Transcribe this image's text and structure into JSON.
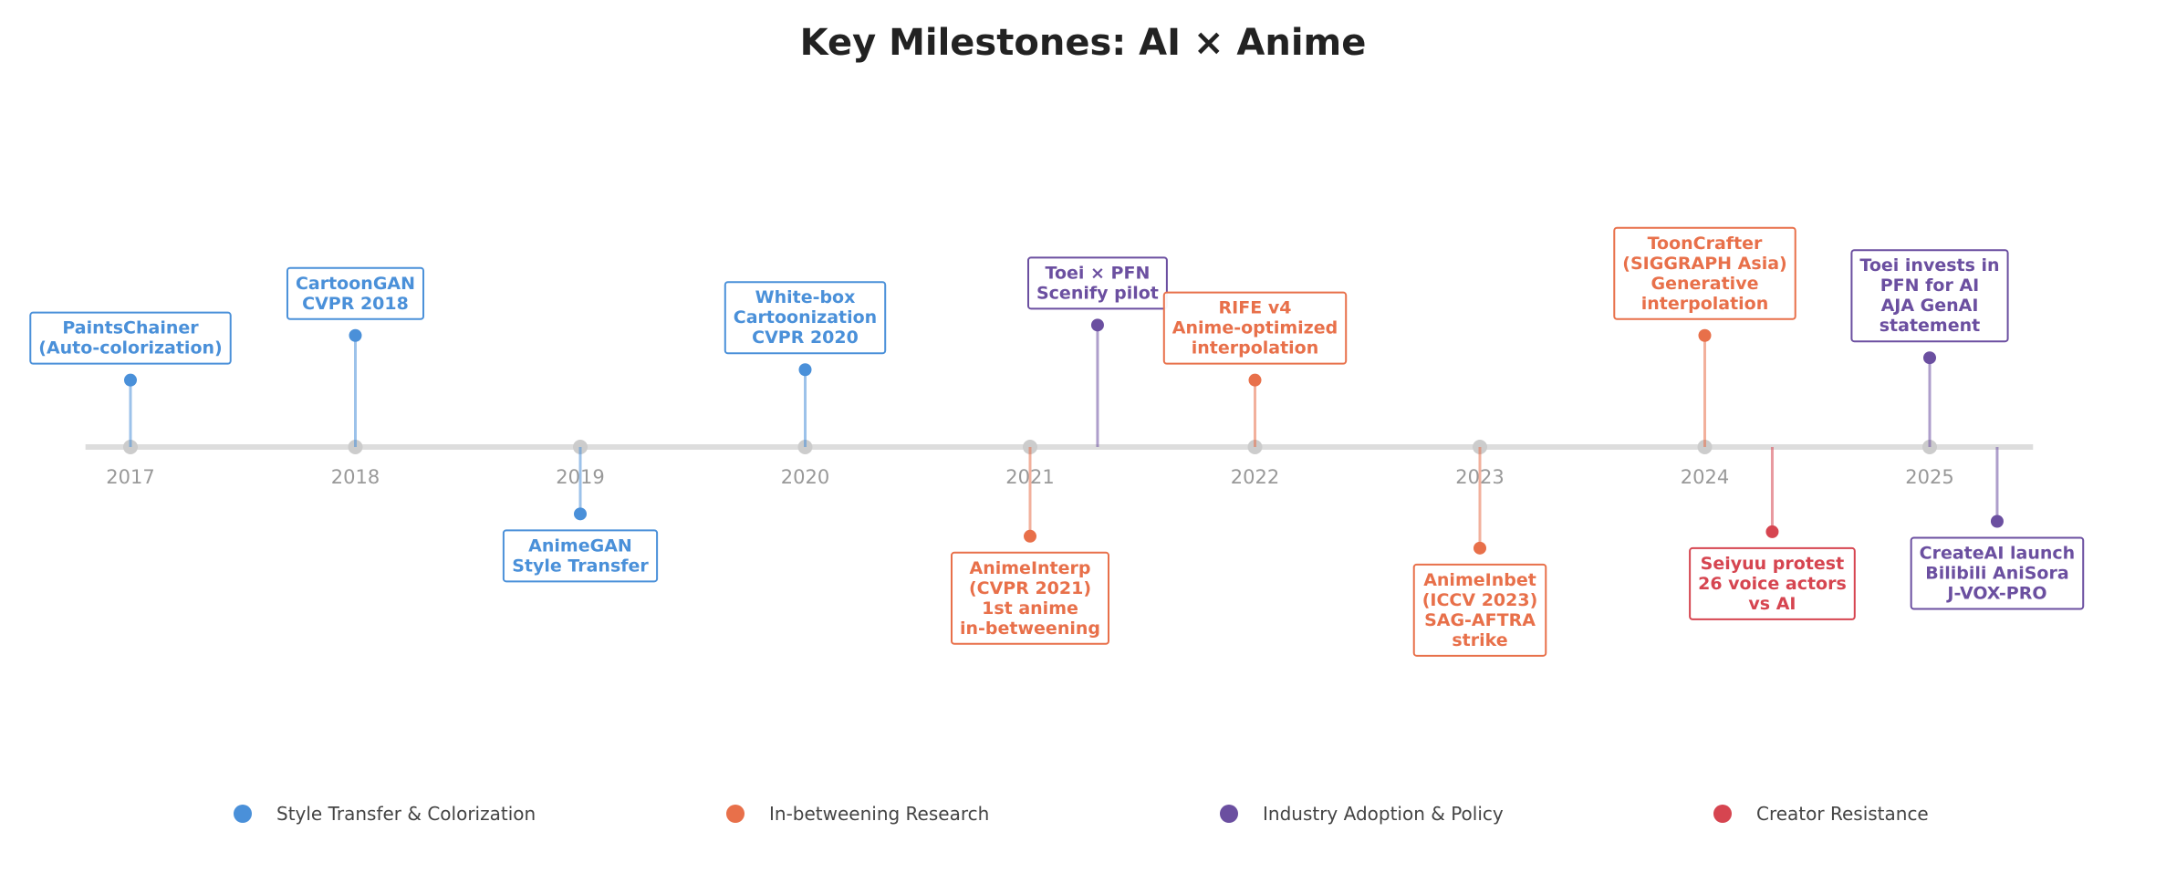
{
  "chart_data": {
    "type": "timeline",
    "title": "Key Milestones: AI × Anime",
    "xlim": [
      2016.8,
      2025.5
    ],
    "ylim": [
      -2,
      2.6
    ],
    "ticks": [
      "2017",
      "2018",
      "2019",
      "2020",
      "2021",
      "2022",
      "2023",
      "2024",
      "2025"
    ],
    "categories": [
      {
        "name": "Style Transfer & Colorization",
        "color": "#4A90D9"
      },
      {
        "name": "In-betweening Research",
        "color": "#E8704A"
      },
      {
        "name": "Industry Adoption & Policy",
        "color": "#6B4FA0"
      },
      {
        "name": "Creator Resistance",
        "color": "#D64550"
      }
    ],
    "events": [
      {
        "x": 2017.0,
        "y": 0.45,
        "category": 0,
        "lines": [
          "PaintsChainer",
          "(Auto-colorization)"
        ]
      },
      {
        "x": 2018.0,
        "y": 0.75,
        "category": 0,
        "lines": [
          "CartoonGAN",
          "CVPR 2018"
        ]
      },
      {
        "x": 2019.0,
        "y": -0.45,
        "category": 0,
        "lines": [
          "AnimeGAN",
          "Style Transfer"
        ]
      },
      {
        "x": 2020.0,
        "y": 0.52,
        "category": 0,
        "lines": [
          "White-box",
          "Cartoonization",
          "CVPR 2020"
        ]
      },
      {
        "x": 2021.0,
        "y": -0.6,
        "category": 1,
        "lines": [
          "AnimeInterp",
          "(CVPR 2021)",
          "1st anime",
          "in-betweening"
        ]
      },
      {
        "x": 2021.3,
        "y": 0.82,
        "category": 2,
        "lines": [
          "Toei × PFN",
          "Scenify pilot"
        ]
      },
      {
        "x": 2022.0,
        "y": 0.45,
        "category": 1,
        "lines": [
          "RIFE v4",
          "Anime-optimized",
          "interpolation"
        ]
      },
      {
        "x": 2023.0,
        "y": -0.68,
        "category": 1,
        "lines": [
          "AnimeInbet",
          "(ICCV 2023)",
          "SAG-AFTRA",
          "strike"
        ]
      },
      {
        "x": 2024.0,
        "y": 0.75,
        "category": 1,
        "lines": [
          "ToonCrafter",
          "(SIGGRAPH Asia)",
          "Generative",
          "interpolation"
        ]
      },
      {
        "x": 2024.3,
        "y": -0.57,
        "category": 3,
        "lines": [
          "Seiyuu protest",
          "26 voice actors",
          "vs AI"
        ]
      },
      {
        "x": 2025.0,
        "y": 0.6,
        "category": 2,
        "lines": [
          "Toei invests in",
          "PFN for AI",
          "AJA GenAI",
          "statement"
        ]
      },
      {
        "x": 2025.3,
        "y": -0.5,
        "category": 2,
        "lines": [
          "CreateAI launch",
          "Bilibili AniSora",
          "J-VOX-PRO"
        ]
      }
    ]
  }
}
